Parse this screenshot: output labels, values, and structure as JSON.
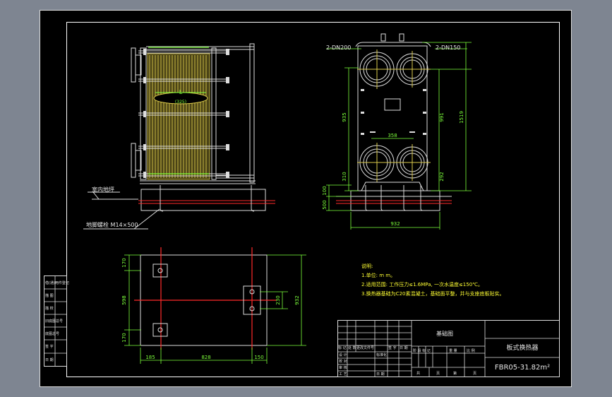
{
  "colors": {
    "app_bg": "#7e8591",
    "paper": "#000000",
    "frame": "#ffffff",
    "dimension": "#39ff39",
    "red_center": "#ff2a2a",
    "plates": "#d9c84a",
    "note_yellow": "#ffff33"
  },
  "front_view": {
    "floor_label": "室内地坪",
    "bolt_label": "地脚螺栓 M14×500",
    "length_symbol": "L",
    "length_value": "(325)"
  },
  "side_view": {
    "nozzle_left": "2-DN200",
    "nozzle_right": "2-DN150",
    "dims": {
      "h935": "935",
      "h991": "991",
      "h1519": "1519",
      "w358": "358",
      "h310": "310",
      "h292": "292",
      "h100": "100",
      "h500": "500",
      "w932": "932"
    }
  },
  "plan_view": {
    "dims": {
      "left_top": "170",
      "left_mid": "598",
      "left_bottom": "170",
      "right_total": "932",
      "right_inner": "230",
      "bottom_185": "185",
      "bottom_828": "828",
      "bottom_150": "150"
    }
  },
  "notes": {
    "title": "说明:",
    "lines": [
      "1.单位: m m。",
      "2.适用范围: 工作压力≤1.6MPa, 一次水温度≤150℃。",
      "3.换热器基础为C20素混凝土，基础面平整，并与支座底板贴实。"
    ]
  },
  "side_table": {
    "rows": [
      "借(通)用件登记",
      "描 图",
      "描 校",
      "旧底图总号",
      "底图总号",
      "签 字",
      "日 期"
    ]
  },
  "title_block": {
    "drawing_name": "基础图",
    "product_name": "板式换热器",
    "model": "FBR05-31.82m²",
    "stage_headers": [
      "阶 段 标 记",
      "重 量",
      "比 例"
    ],
    "sheet_info": [
      "共",
      "页",
      "第",
      "页"
    ],
    "rev_headers": [
      "标 记",
      "处 数",
      "更改文件号",
      "签 字",
      "日 期"
    ],
    "roles": [
      "设 计",
      "校 对",
      "审 核",
      "工 艺"
    ],
    "role_cols": [
      "标准化",
      "日 期"
    ]
  }
}
